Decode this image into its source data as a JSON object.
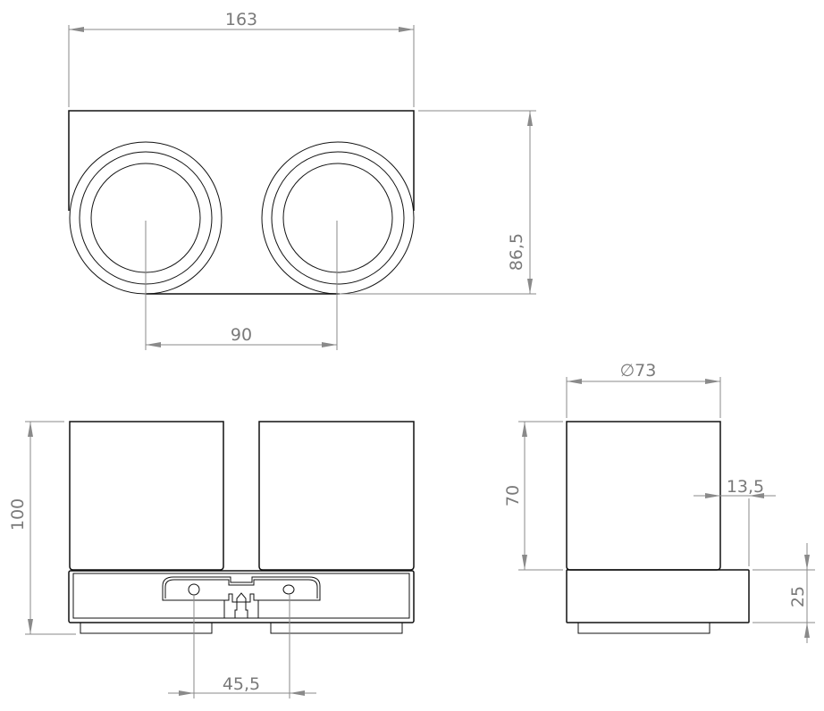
{
  "drawing": {
    "views": {
      "top": {
        "label": "top-view"
      },
      "front": {
        "label": "front-view"
      },
      "side": {
        "label": "side-view"
      }
    },
    "dimensions": {
      "overall_width": "163",
      "depth": "86,5",
      "cup_spacing": "90",
      "overall_height": "100",
      "mount_hole_spacing": "45,5",
      "cup_diameter": "∅73",
      "cup_height": "70",
      "wall_offset": "13,5",
      "base_height": "25"
    },
    "colors": {
      "object_line": "#111111",
      "dimension_line": "#8a8a8a",
      "dimension_text": "#7a7a7a"
    }
  }
}
